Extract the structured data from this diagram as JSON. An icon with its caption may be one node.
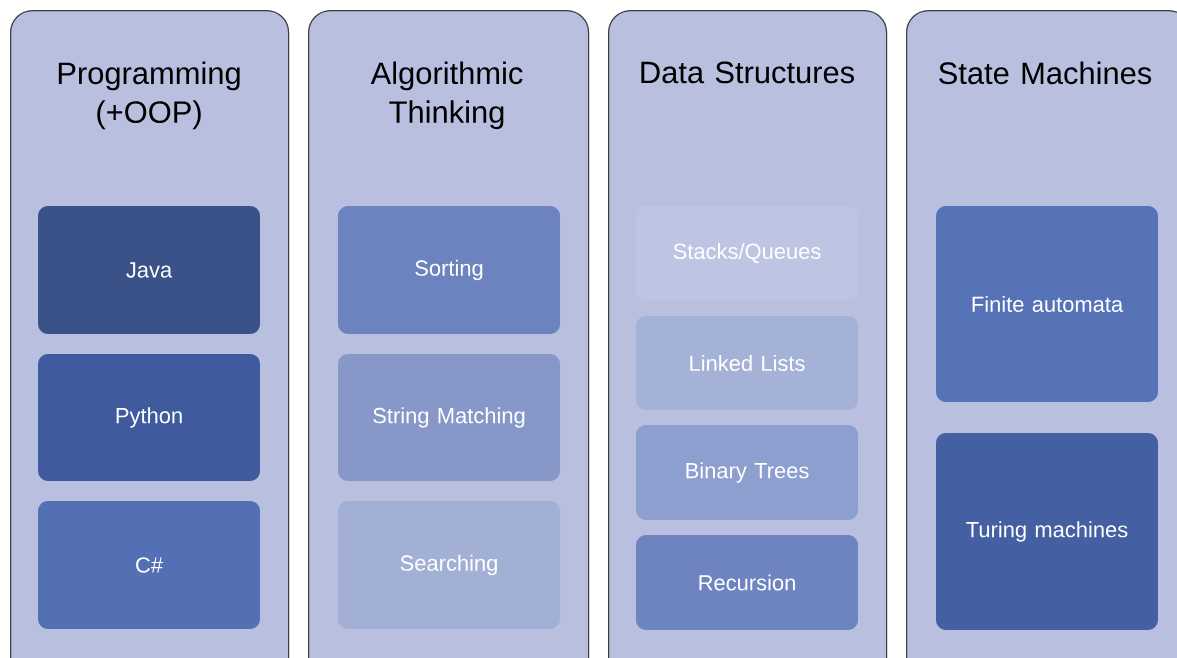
{
  "diagram": {
    "nodes": [
      {
        "text": [
          "Programming (+OOP)"
        ]
      },
      {
        "text": [
          "Java"
        ],
        "in": 0
      },
      {
        "text": [
          "Python"
        ],
        "in": 0
      },
      {
        "text": [
          "C#"
        ],
        "in": 0
      },
      {
        "text": [
          "Algorithmic Thinking"
        ]
      },
      {
        "text": [
          "Sorting"
        ],
        "in": 4
      },
      {
        "text": [
          "String Matching"
        ],
        "in": 4
      },
      {
        "text": [
          "Searching"
        ],
        "in": 4
      },
      {
        "text": [
          "Data Structures"
        ]
      },
      {
        "text": [
          "Stacks/Queues"
        ],
        "in": 8
      },
      {
        "text": [
          "Linked Lists"
        ],
        "in": 8
      },
      {
        "text": [
          "Binary Trees"
        ],
        "in": 8
      },
      {
        "text": [
          "Recursion"
        ],
        "in": 8
      },
      {
        "text": [
          "State Machines"
        ]
      },
      {
        "text": [
          "Finite automata"
        ],
        "in": 13
      },
      {
        "text": [
          "Turing machines"
        ],
        "in": 13
      }
    ]
  }
}
